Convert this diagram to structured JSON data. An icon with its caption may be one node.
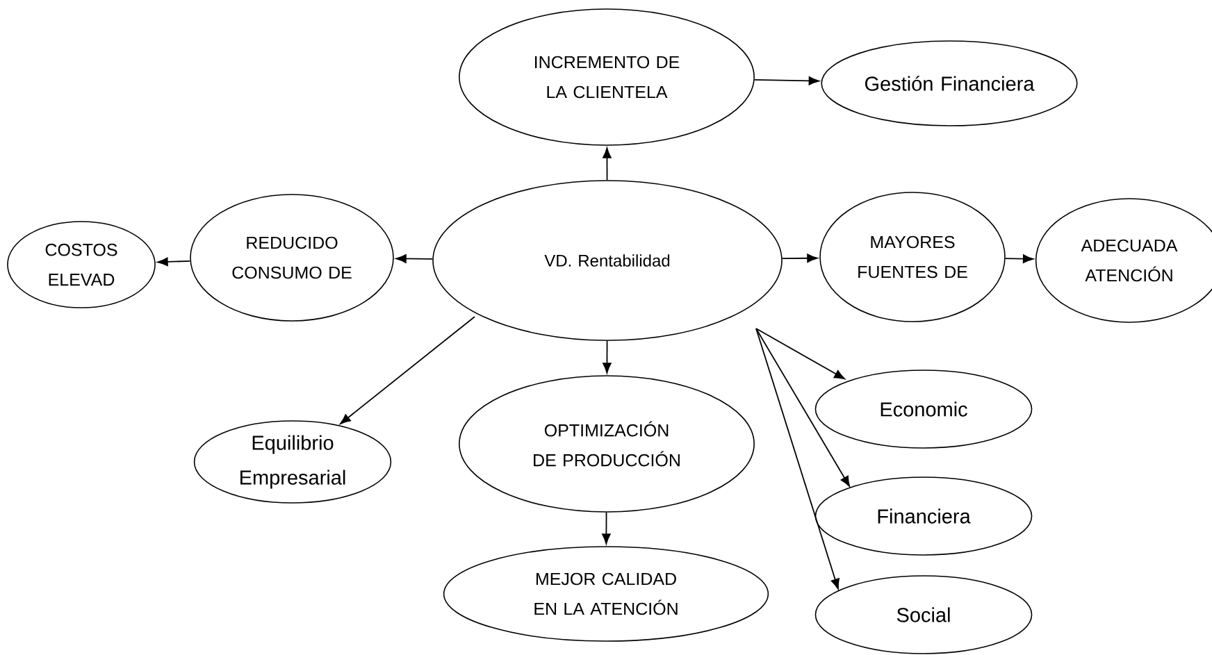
{
  "diagram": {
    "nodes": [
      {
        "text": [
          "INCREMENTO DE LA CLIENTELA"
        ]
      },
      {
        "text": [
          "Gestión Financiera"
        ]
      },
      {
        "text": [
          "VD. Rentabilidad"
        ]
      },
      {
        "text": [
          "REDUCIDO CONSUMO DE"
        ]
      },
      {
        "text": [
          "COSTOS ELEVAD"
        ]
      },
      {
        "text": [
          "MAYORES FUENTES DE"
        ]
      },
      {
        "text": [
          "ADECUADA ATENCIÓN"
        ]
      },
      {
        "text": [
          "Equilibrio Empresarial"
        ]
      },
      {
        "text": [
          "OPTIMIZACIÓN DE PRODUCCIÓN"
        ]
      },
      {
        "text": [
          "MEJOR CALIDAD EN LA ATENCIÓN"
        ]
      },
      {
        "text": [
          "Economic"
        ]
      },
      {
        "text": [
          "Financiera"
        ]
      },
      {
        "text": [
          "Social"
        ]
      }
    ],
    "edges": [
      {
        "from": 2,
        "to": 0,
        "arrow": "to"
      },
      {
        "from": 0,
        "to": 1,
        "arrow": "to"
      },
      {
        "from": 2,
        "to": 3,
        "arrow": "to"
      },
      {
        "from": 3,
        "to": 4,
        "arrow": "to"
      },
      {
        "from": 2,
        "to": 5,
        "arrow": "to"
      },
      {
        "from": 5,
        "to": 6,
        "arrow": "to"
      },
      {
        "from": 2,
        "to": 7,
        "arrow": "to"
      },
      {
        "from": 2,
        "to": 8,
        "arrow": "to"
      },
      {
        "from": 8,
        "to": 9,
        "arrow": "to"
      },
      {
        "from": 2,
        "to": 10,
        "arrow": "to"
      },
      {
        "from": 2,
        "to": 11,
        "arrow": "to"
      },
      {
        "from": 2,
        "to": 12,
        "arrow": "to"
      }
    ]
  }
}
